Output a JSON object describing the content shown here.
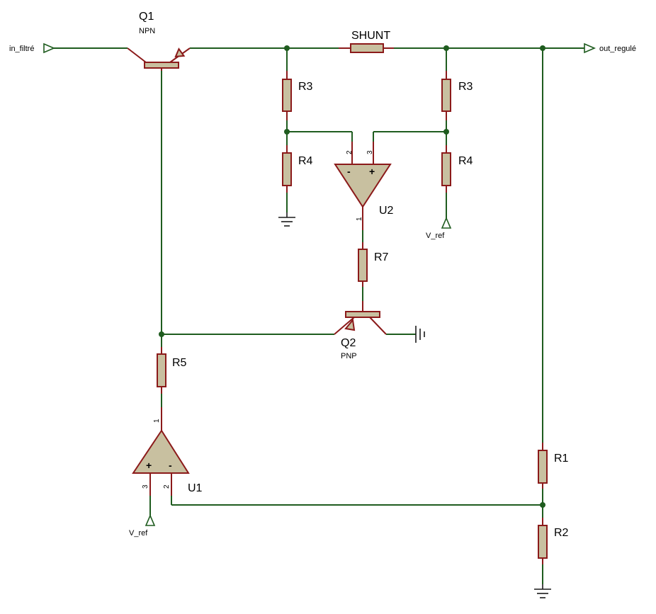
{
  "ports": {
    "input": "in_filtré",
    "output": "out_regulé",
    "vref_a": "V_ref",
    "vref_b": "V_ref"
  },
  "components": {
    "q1": {
      "ref": "Q1",
      "type": "NPN"
    },
    "q2": {
      "ref": "Q2",
      "type": "PNP"
    },
    "shunt": "SHUNT",
    "r3_left": "R3",
    "r3_right": "R3",
    "r4_left": "R4",
    "r4_right": "R4",
    "r5": "R5",
    "r7": "R7",
    "r1": "R1",
    "r2": "R2",
    "u1": {
      "ref": "U1",
      "pin_plus": "3",
      "pin_minus": "2",
      "pin_out": "1",
      "plus": "+",
      "minus": "-"
    },
    "u2": {
      "ref": "U2",
      "pin_minus": "2",
      "pin_plus": "3",
      "pin_out": "1",
      "plus": "+",
      "minus": "-"
    }
  }
}
